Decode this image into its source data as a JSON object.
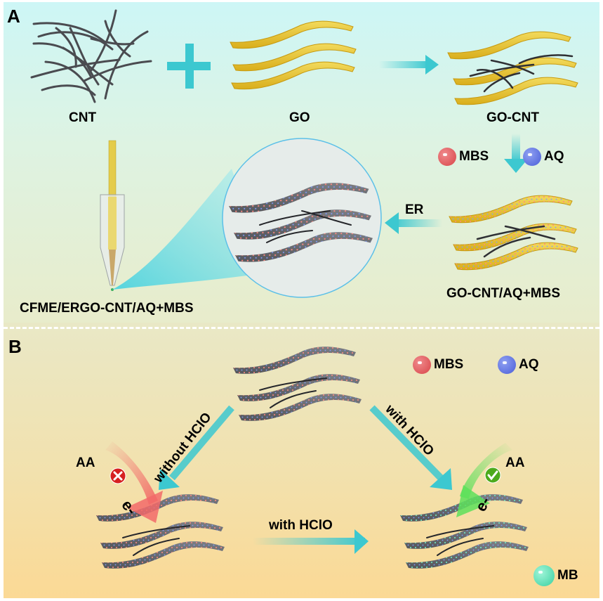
{
  "panels": {
    "a": {
      "letter": "A",
      "materials": {
        "cnt": "CNT",
        "go": "GO",
        "go_cnt": "GO-CNT",
        "go_cnt_aq_mbs": "GO-CNT/AQ+MBS",
        "electrode": "CFME/ERGO-CNT/AQ+MBS"
      },
      "legend": [
        {
          "label": "MBS",
          "color": "#e35a5e"
        },
        {
          "label": "AQ",
          "color": "#5a72e6"
        }
      ],
      "er_label": "ER"
    },
    "b": {
      "letter": "B",
      "legend": [
        {
          "label": "MBS",
          "color": "#e35a5e"
        },
        {
          "label": "AQ",
          "color": "#5a72e6"
        },
        {
          "label": "MB",
          "color": "#4fe0b0"
        }
      ],
      "without_hclo": "without  HClO",
      "with_hclo_diag": "with  HClO",
      "with_hclo_horiz": "with  HClO",
      "aa_left": "AA",
      "aa_right": "AA",
      "electron_left": "e-",
      "electron_right": "e-",
      "blocked_icon": "x-mark-icon",
      "allowed_icon": "check-mark-icon"
    }
  },
  "colors": {
    "arrow": "#3cc8d0",
    "go_sheet": "#e8c53a",
    "rgo_sheet": "#6b6d72",
    "cnt": "#3e3f44",
    "aa_blocked": "#f06060",
    "aa_allowed": "#5ee05a"
  }
}
